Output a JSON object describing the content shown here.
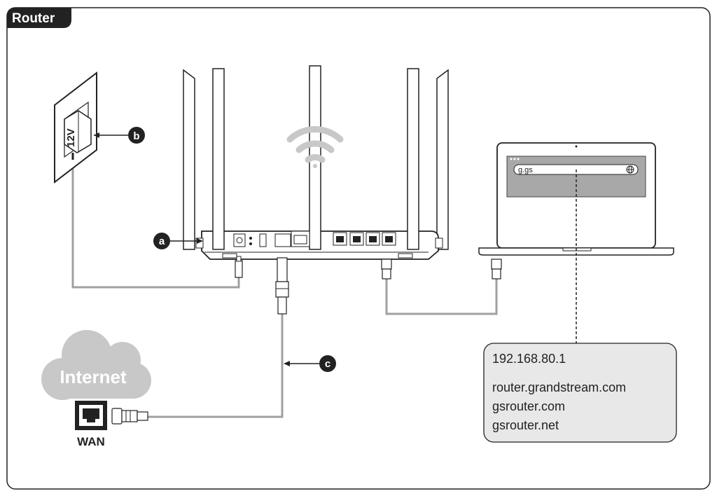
{
  "section_tab": "Router",
  "markers": {
    "a": "a",
    "b": "b",
    "c": "c"
  },
  "adapter_label": "12V",
  "internet_label": "Internet",
  "wan_label": "WAN",
  "browser_address": "g.gs",
  "address_box": {
    "ip": "192.168.80.1",
    "domains": [
      "router.grandstream.com",
      "gsrouter.com",
      "gsrouter.net"
    ]
  },
  "colors": {
    "cable": "#a0a0a0",
    "frame": "#222222",
    "router_body": "#222222",
    "box_fill": "#e8e8e8",
    "cloud": "#c8c8c8"
  }
}
